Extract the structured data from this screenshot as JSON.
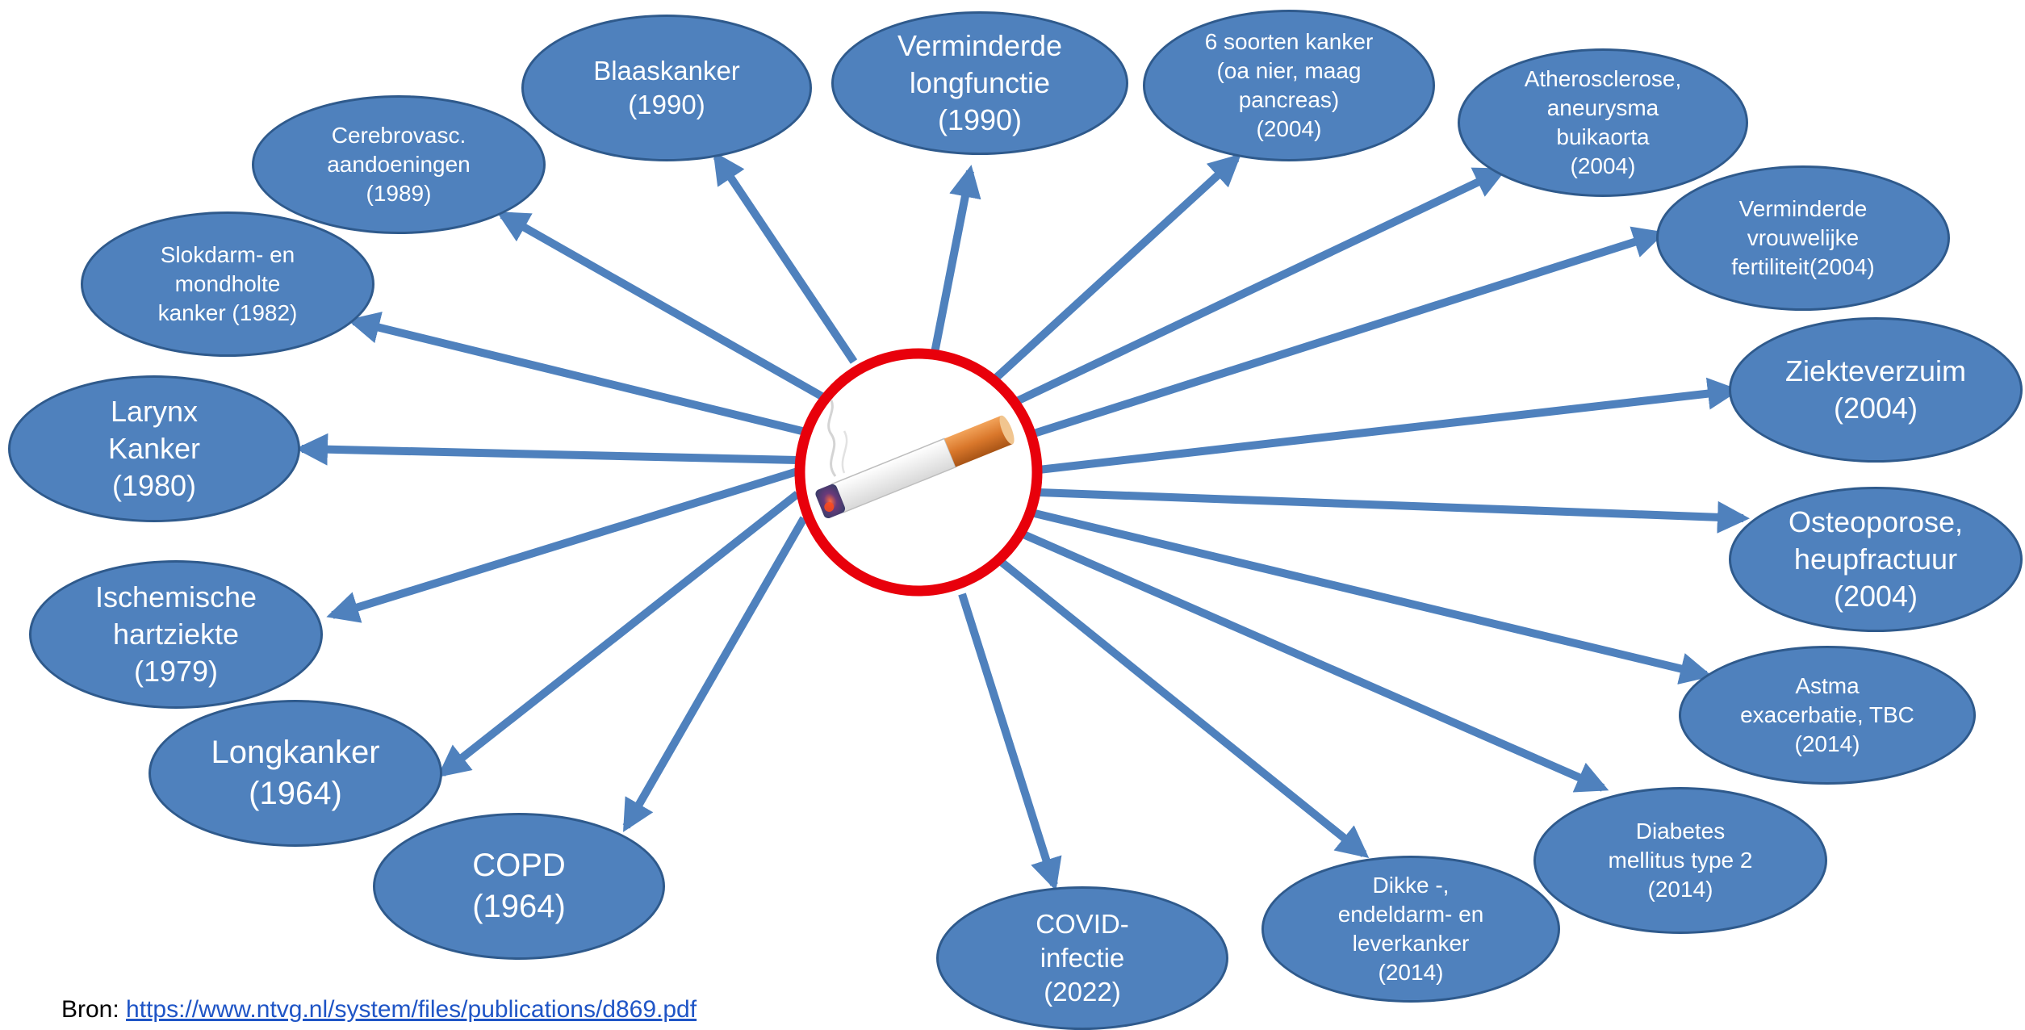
{
  "diagram": {
    "colors": {
      "bubble_fill": "#4f81bd",
      "bubble_border": "#2f5a8c",
      "arrow": "#4f81bd",
      "center_ring": "#e8000b",
      "text": "#ffffff"
    },
    "center": {
      "icon": "cigarette-icon"
    },
    "nodes": [
      {
        "id": "blaaskanker",
        "label": "Blaaskanker\n(1990)"
      },
      {
        "id": "verminderde-longfunctie",
        "label": "Verminderde\nlongfunctie\n(1990)"
      },
      {
        "id": "6-soorten-kanker",
        "label": "6 soorten kanker\n(oa nier, maag\npancreas)\n(2004)"
      },
      {
        "id": "atherosclerose",
        "label": "Atherosclerose,\naneurysma\nbuikaorta\n(2004)"
      },
      {
        "id": "vrouwelijke-fertiliteit",
        "label": "Verminderde\nvrouwelijke\nfertiliteit(2004)"
      },
      {
        "id": "ziekteverzuim",
        "label": "Ziekteverzuim\n(2004)"
      },
      {
        "id": "osteoporose",
        "label": "Osteoporose,\nheupfractuur\n(2004)"
      },
      {
        "id": "astma",
        "label": "Astma\nexacerbatie, TBC\n(2014)"
      },
      {
        "id": "diabetes",
        "label": "Diabetes\nmellitus type 2\n(2014)"
      },
      {
        "id": "dikke-endeldarm",
        "label": "Dikke -,\nendeldarm- en\nleverkanker\n(2014)"
      },
      {
        "id": "covid",
        "label": "COVID-\ninfectie\n(2022)"
      },
      {
        "id": "copd",
        "label": "COPD\n(1964)"
      },
      {
        "id": "longkanker",
        "label": "Longkanker\n(1964)"
      },
      {
        "id": "ischemische-hartziekte",
        "label": "Ischemische\nhartziekte\n(1979)"
      },
      {
        "id": "larynx-kanker",
        "label": "Larynx\nKanker\n(1980)"
      },
      {
        "id": "slokdarm-kanker",
        "label": "Slokdarm- en\nmondholte\nkanker (1982)"
      },
      {
        "id": "cerebrovasc",
        "label": "Cerebrovasc.\naandoeningen\n(1989)"
      }
    ]
  },
  "source": {
    "prefix": "Bron: ",
    "url": "https://www.ntvg.nl/system/files/publications/d869.pdf"
  }
}
